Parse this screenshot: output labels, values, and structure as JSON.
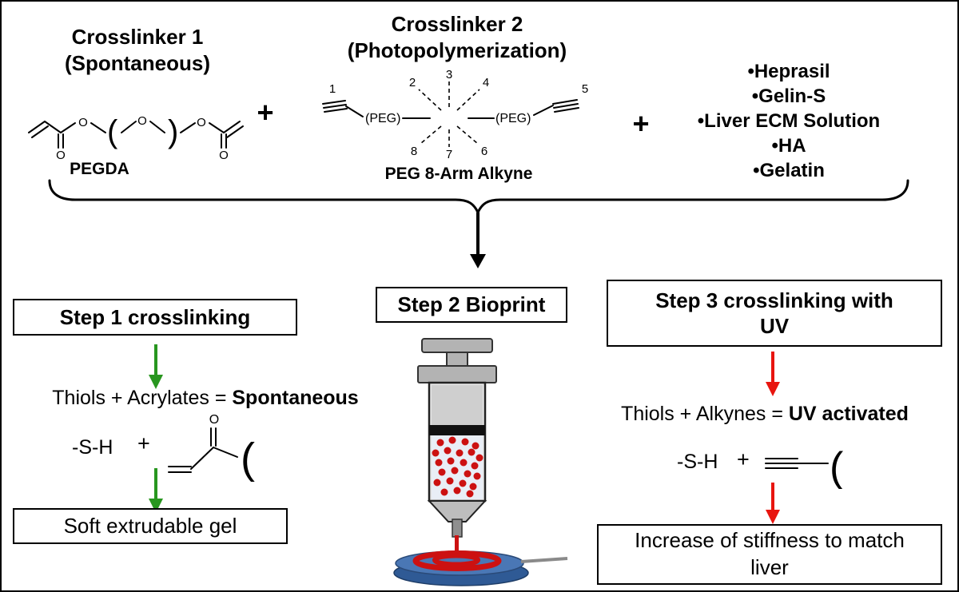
{
  "figure": {
    "background": "#ffffff",
    "border_color": "#000000"
  },
  "colors": {
    "green_arrow": "#28961f",
    "red_arrow": "#e8150f",
    "black_arrow": "#000000",
    "syringe_gray": "#b3b3b3",
    "ink_red": "#cc1111",
    "dish_blue": "#3a67a5"
  },
  "top_section": {
    "crosslinker1": {
      "title_line1": "Crosslinker 1",
      "title_line2": "(Spontaneous)",
      "structure_label": "PEGDA"
    },
    "plus_1": "+",
    "crosslinker2": {
      "title_line1": "Crosslinker 2",
      "title_line2": "(Photopolymerization)",
      "structure_label": "PEG 8-Arm Alkyne"
    },
    "plus_2": "+",
    "components": [
      "•Heprasil",
      "•Gelin-S",
      "•Liver ECM Solution",
      "•HA",
      "•Gelatin"
    ]
  },
  "chem": {
    "oxygen": "O",
    "peg_unit": "(PEG)",
    "paren_open": "(",
    "paren_close": ")",
    "arm_numbers": [
      "1",
      "2",
      "3",
      "4",
      "5",
      "6",
      "7",
      "8"
    ],
    "thiol": "-S-H",
    "plus": "+",
    "attach_bracket": "("
  },
  "step1": {
    "box_title": "Step 1 crosslinking",
    "reaction_prefix": "Thiols + Acrylates = ",
    "reaction_bold": "Spontaneous",
    "result": "Soft extrudable gel"
  },
  "step2": {
    "box_title": "Step 2 Bioprint"
  },
  "step3": {
    "box_title_line1": "Step 3 crosslinking with",
    "box_title_line2": "UV",
    "reaction_prefix": "Thiols + Alkynes = ",
    "reaction_bold": "UV activated",
    "result_line1": "Increase of stiffness to match",
    "result_line2": "liver"
  }
}
